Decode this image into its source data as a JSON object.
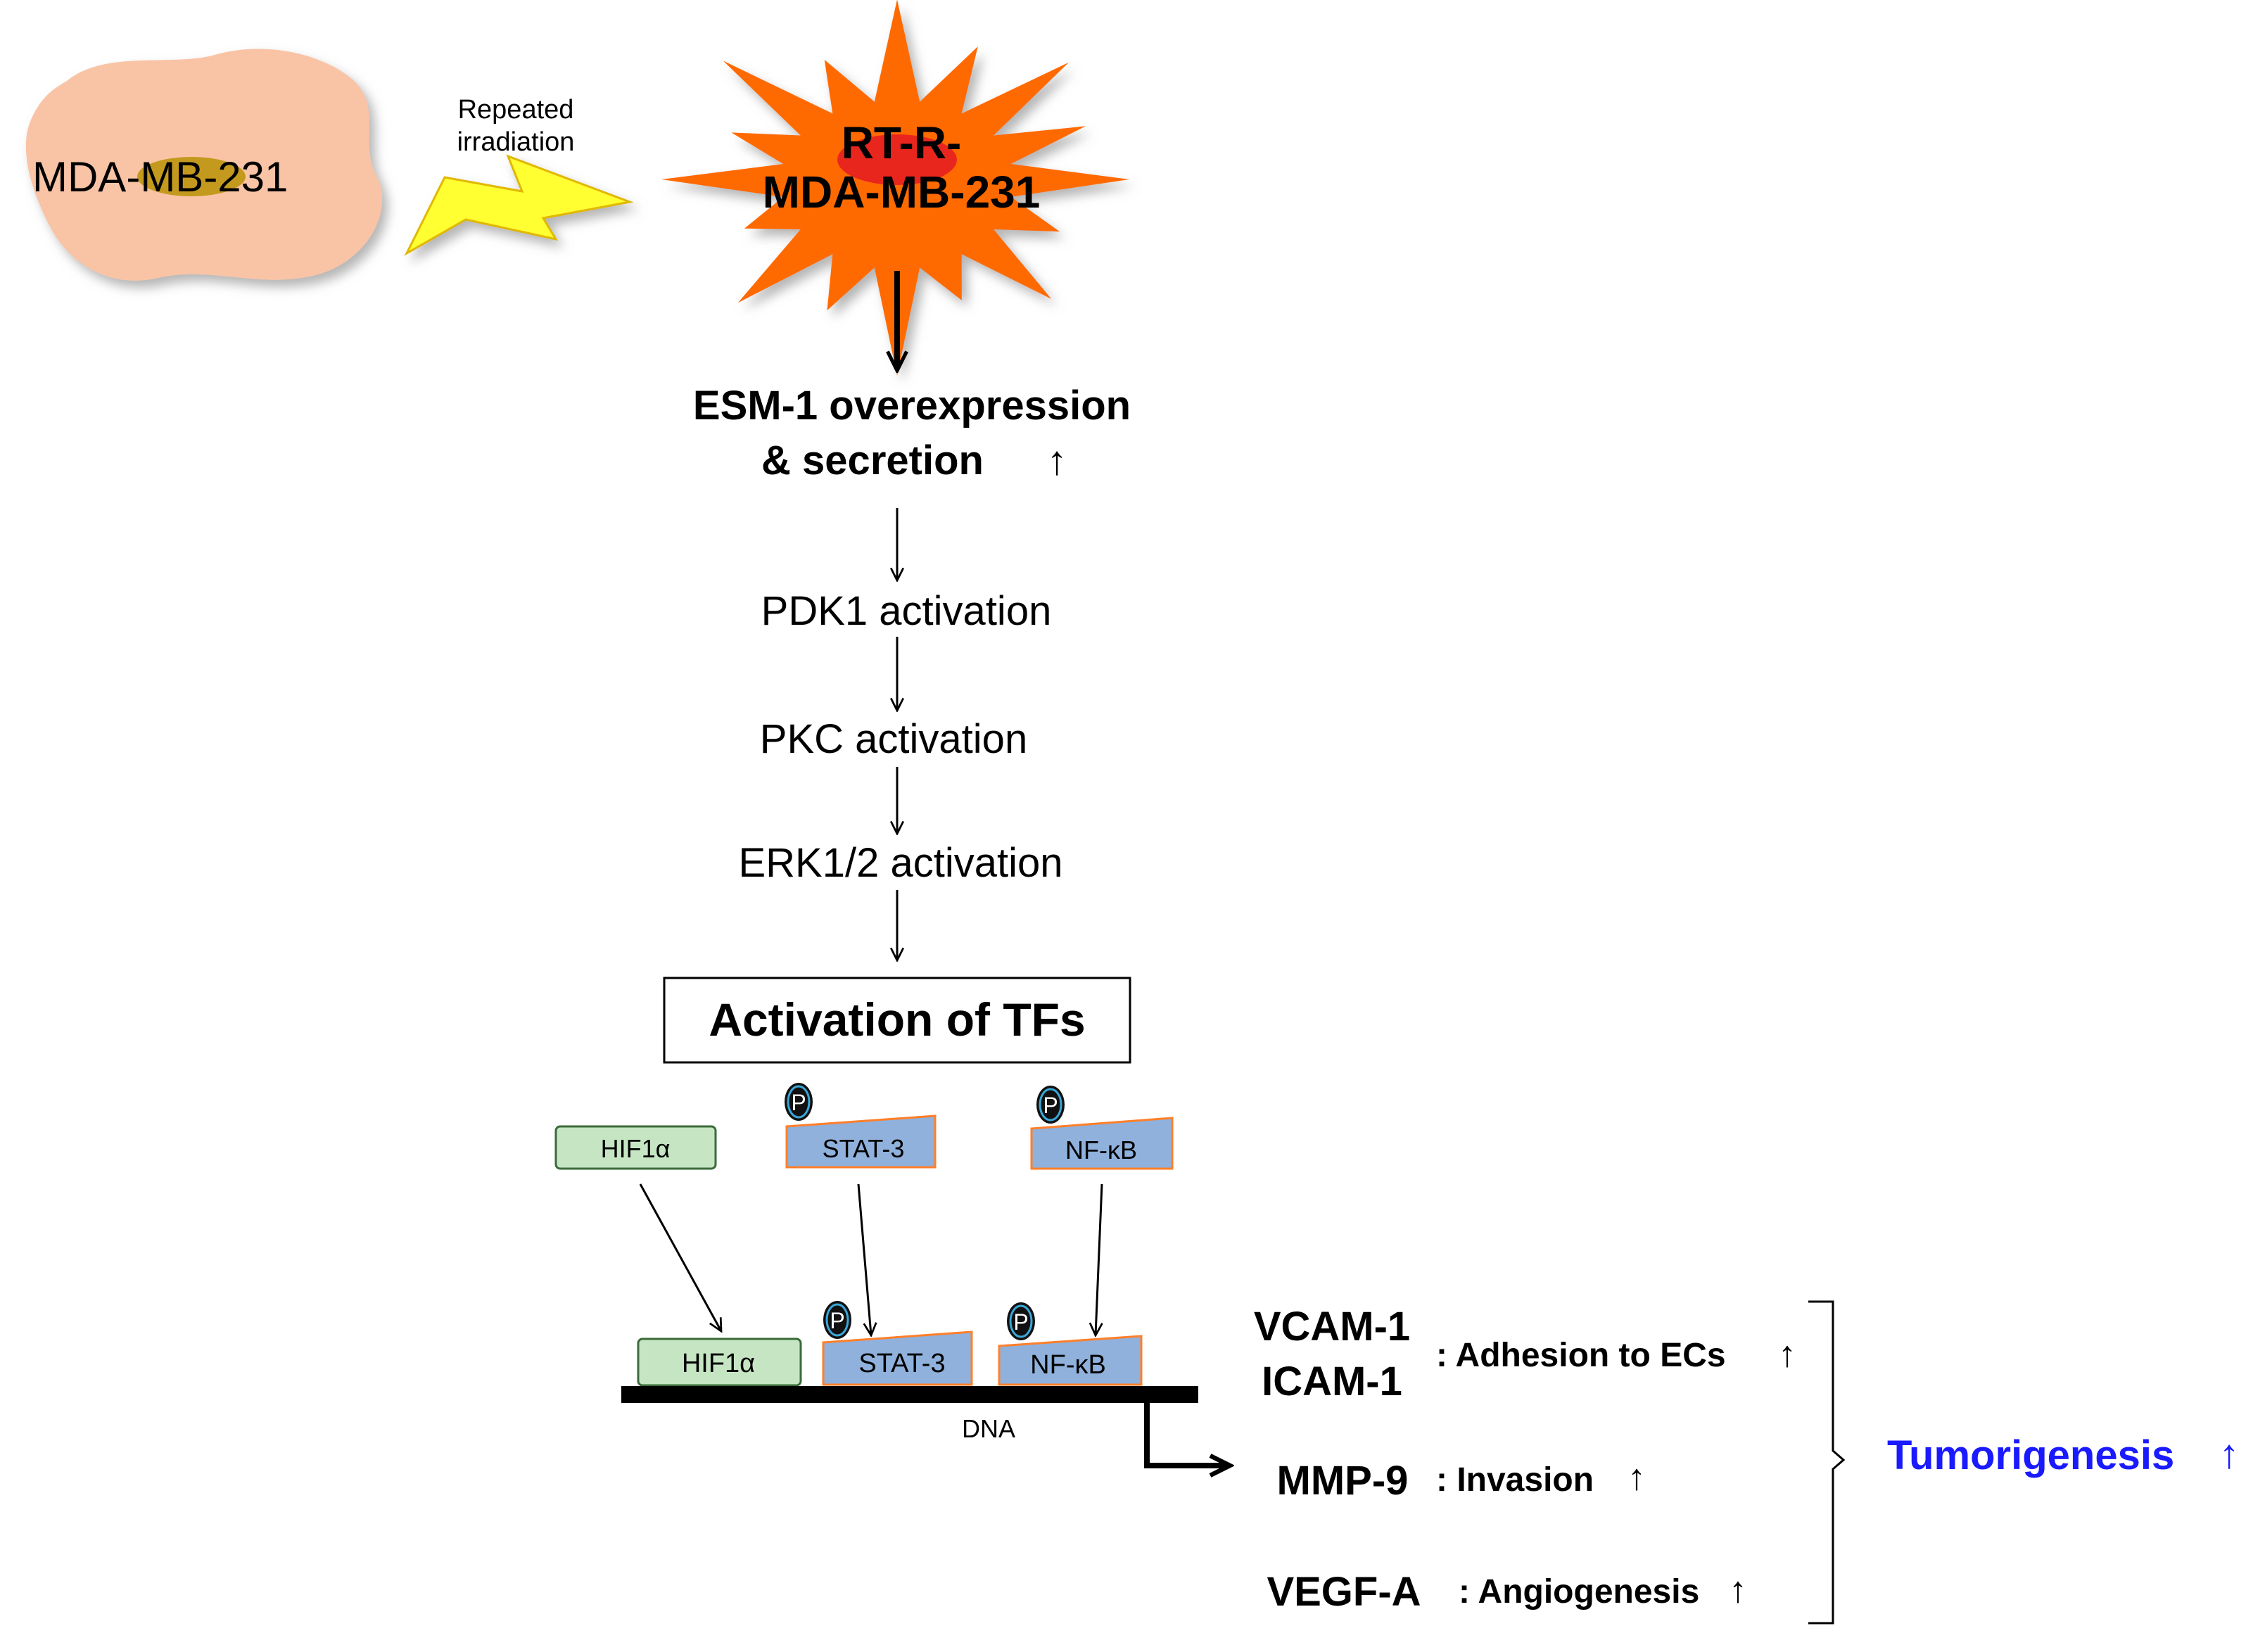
{
  "source_cell": {
    "label_pre": "MDA-",
    "label_mid": "MB-",
    "label_post": "231"
  },
  "irradiation": {
    "line1": "Repeated",
    "line2": "irradiation"
  },
  "resistant_cell": {
    "line1": "RT-R-",
    "line2": "MDA-MB-231"
  },
  "cascade": {
    "esm1_line1": "ESM-1 overexpression",
    "esm1_line2": "&  secretion",
    "up_arrow": "↑",
    "pdk1": "PDK1 activation",
    "pkc": "PKC activation",
    "erk": "ERK1/2 activation",
    "tf_box": "Activation of TFs"
  },
  "transcription_factors": {
    "hif1a": "HIF1α",
    "stat3": "STAT-3",
    "nfkb": "NF-κB",
    "phospho": "P"
  },
  "dna": {
    "label": "DNA"
  },
  "targets": [
    {
      "gene": "VCAM-1",
      "gene2": "ICAM-1",
      "effect": ": Adhesion to ECs"
    },
    {
      "gene": "MMP-9",
      "effect": ": Invasion"
    },
    {
      "gene": "VEGF-A",
      "effect": ": Angiogenesis"
    }
  ],
  "outcome": {
    "label": "Tumorigenesis"
  },
  "colors": {
    "cell_fill": "#f9c4a6",
    "nucleus_fill": "#c49a1e",
    "bolt_fill": "#ffff33",
    "burst_fill": "#ff6a00",
    "burst_nucleus": "#e8261d",
    "hif_fill": "#c6e6c3",
    "tf_fill": "#8fb1dc",
    "tf_border": "#ff7f2a",
    "outcome_color": "#1a1aff"
  }
}
